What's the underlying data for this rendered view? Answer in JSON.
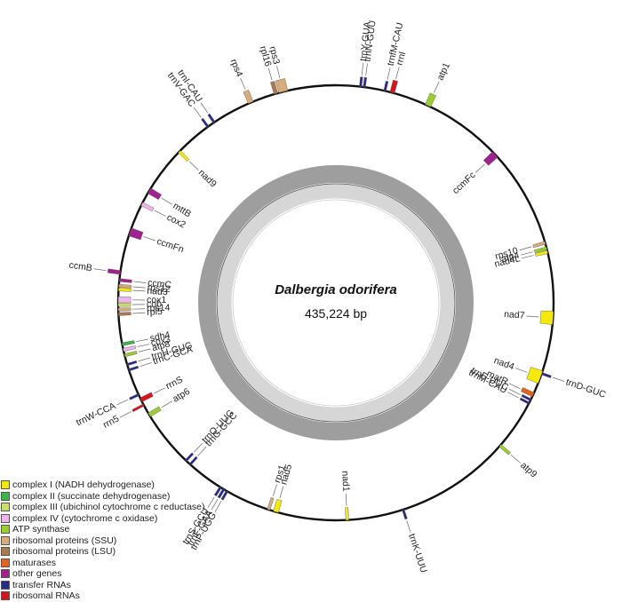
{
  "genome": {
    "name": "Dalbergia odorifera",
    "size_label": "435,224 bp"
  },
  "legend": [
    {
      "label": "complex I (NADH dehydrogenase)",
      "color": "#f5e90a"
    },
    {
      "label": "complex II (succinate dehydrogenase)",
      "color": "#3cb54a"
    },
    {
      "label": "complex III (ubichinol cytochrome c reductase)",
      "color": "#c8e06a"
    },
    {
      "label": "complex IV (cytochrome c oxidase)",
      "color": "#f0b4ee"
    },
    {
      "label": "ATP synthase",
      "color": "#9acd32"
    },
    {
      "label": "ribosomal proteins (SSU)",
      "color": "#d9aa7a"
    },
    {
      "label": "ribosomal proteins (LSU)",
      "color": "#a87a4e"
    },
    {
      "label": "maturases",
      "color": "#e2621e"
    },
    {
      "label": "other genes",
      "color": "#a0228f"
    },
    {
      "label": "transfer RNAs",
      "color": "#2a2a8a"
    },
    {
      "label": "ribosomal RNAs",
      "color": "#d7141e"
    }
  ],
  "genes": [
    {
      "name": "trnY-GUA",
      "cat": "transfer RNAs",
      "deg": 6.5,
      "span": 0.6,
      "side": "out"
    },
    {
      "name": "trnN-GUU",
      "cat": "transfer RNAs",
      "deg": 7.5,
      "span": 0.6,
      "side": "out"
    },
    {
      "name": "trnfM-CAU",
      "cat": "transfer RNAs",
      "deg": 13,
      "span": 0.6,
      "side": "out"
    },
    {
      "name": "rrnl",
      "cat": "ribosomal RNAs",
      "deg": 15,
      "span": 1.2,
      "side": "out"
    },
    {
      "name": "atp1",
      "cat": "ATP synthase",
      "deg": 25,
      "span": 1.6,
      "side": "out"
    },
    {
      "name": "ccmFc",
      "cat": "other genes",
      "deg": 47,
      "span": 2.0,
      "side": "in"
    },
    {
      "name": "rps10",
      "cat": "ribosomal proteins (SSU)",
      "deg": 74,
      "span": 0.8,
      "side": "in"
    },
    {
      "name": "atp4",
      "cat": "ATP synthase",
      "deg": 75.5,
      "span": 0.8,
      "side": "in"
    },
    {
      "name": "nad4L",
      "cat": "complex I (NADH dehydrogenase)",
      "deg": 76.5,
      "span": 0.8,
      "side": "in"
    },
    {
      "name": "nad7",
      "cat": "complex I (NADH dehydrogenase)",
      "deg": 94,
      "span": 3.5,
      "side": "in"
    },
    {
      "name": "trnD-GUC",
      "cat": "transfer RNAs",
      "deg": 109,
      "span": 0.6,
      "side": "out"
    },
    {
      "name": "nad4",
      "cat": "complex I (NADH dehydrogenase)",
      "deg": 110,
      "span": 3.5,
      "side": "in"
    },
    {
      "name": "matR",
      "cat": "maturases",
      "deg": 115,
      "span": 1.2,
      "side": "in"
    },
    {
      "name": "trnE-UUC",
      "cat": "transfer RNAs",
      "deg": 116.5,
      "span": 0.6,
      "side": "in"
    },
    {
      "name": "trnM-CAU",
      "cat": "transfer RNAs",
      "deg": 117.5,
      "span": 0.6,
      "side": "in"
    },
    {
      "name": "atp9",
      "cat": "ATP synthase",
      "deg": 131,
      "span": 0.8,
      "side": "out"
    },
    {
      "name": "trnK-UUU",
      "cat": "transfer RNAs",
      "deg": 162,
      "span": 0.6,
      "side": "out"
    },
    {
      "name": "nad1",
      "cat": "complex I (NADH dehydrogenase)",
      "deg": 177,
      "span": 0.8,
      "side": "in"
    },
    {
      "name": "nad5",
      "cat": "complex I (NADH dehydrogenase)",
      "deg": 196,
      "span": 1.4,
      "side": "in"
    },
    {
      "name": "rps1",
      "cat": "ribosomal proteins (SSU)",
      "deg": 198,
      "span": 0.8,
      "side": "in"
    },
    {
      "name": "trnP-UGG",
      "cat": "transfer RNAs",
      "deg": 210,
      "span": 0.6,
      "side": "out"
    },
    {
      "name": "trnF-GAA",
      "cat": "transfer RNAs",
      "deg": 211,
      "span": 0.6,
      "side": "out"
    },
    {
      "name": "trnS-GCU",
      "cat": "transfer RNAs",
      "deg": 212,
      "span": 0.6,
      "side": "out"
    },
    {
      "name": "trnG-GCC",
      "cat": "transfer RNAs",
      "deg": 222,
      "span": 0.6,
      "side": "in"
    },
    {
      "name": "trnQ-UUG",
      "cat": "transfer RNAs",
      "deg": 223.5,
      "span": 0.6,
      "side": "in"
    },
    {
      "name": "atp6",
      "cat": "ATP synthase",
      "deg": 239,
      "span": 1.2,
      "side": "in"
    },
    {
      "name": "rrn5",
      "cat": "ribosomal RNAs",
      "deg": 242,
      "span": 0.6,
      "side": "out"
    },
    {
      "name": "rrnS",
      "cat": "ribosomal RNAs",
      "deg": 243.5,
      "span": 1.2,
      "side": "in"
    },
    {
      "name": "trnW-CCA",
      "cat": "transfer RNAs",
      "deg": 245,
      "span": 0.6,
      "side": "out"
    },
    {
      "name": "trnC-GCA",
      "cat": "transfer RNAs",
      "deg": 252,
      "span": 0.6,
      "side": "in"
    },
    {
      "name": "trnH-GUG",
      "cat": "transfer RNAs",
      "deg": 253.5,
      "span": 0.6,
      "side": "in"
    },
    {
      "name": "atp8",
      "cat": "ATP synthase",
      "deg": 256,
      "span": 0.8,
      "side": "in"
    },
    {
      "name": "cox3",
      "cat": "complex IV (cytochrome c oxidase)",
      "deg": 257.5,
      "span": 0.8,
      "side": "in"
    },
    {
      "name": "sdh4",
      "cat": "complex II (succinate dehydrogenase)",
      "deg": 259,
      "span": 0.8,
      "side": "in"
    },
    {
      "name": "rpl5",
      "cat": "ribosomal proteins (LSU)",
      "deg": 267,
      "span": 0.8,
      "side": "in"
    },
    {
      "name": "rps14",
      "cat": "ribosomal proteins (SSU)",
      "deg": 268.2,
      "span": 0.8,
      "side": "in"
    },
    {
      "name": "cob",
      "cat": "complex III (ubichinol cytochrome c reductase)",
      "deg": 269.5,
      "span": 1.0,
      "side": "in"
    },
    {
      "name": "cox1",
      "cat": "complex IV (cytochrome c oxidase)",
      "deg": 270.8,
      "span": 1.6,
      "side": "in"
    },
    {
      "name": "nad3",
      "cat": "complex I (NADH dehydrogenase)",
      "deg": 273.5,
      "span": 0.8,
      "side": "in"
    },
    {
      "name": "rps12",
      "cat": "ribosomal proteins (SSU)",
      "deg": 274.5,
      "span": 0.8,
      "side": "in"
    },
    {
      "name": "ccmC",
      "cat": "other genes",
      "deg": 276,
      "span": 0.8,
      "side": "in"
    },
    {
      "name": "ccmB",
      "cat": "other genes",
      "deg": 278,
      "span": 1.0,
      "side": "out"
    },
    {
      "name": "ccmFn",
      "cat": "other genes",
      "deg": 289,
      "span": 2.2,
      "side": "in"
    },
    {
      "name": "cox2",
      "cat": "complex IV (cytochrome c oxidase)",
      "deg": 297,
      "span": 1.0,
      "side": "in"
    },
    {
      "name": "mttB",
      "cat": "other genes",
      "deg": 301,
      "span": 1.6,
      "side": "in"
    },
    {
      "name": "nad9",
      "cat": "complex I (NADH dehydrogenase)",
      "deg": 314,
      "span": 0.8,
      "side": "in"
    },
    {
      "name": "trnV-GAC",
      "cat": "transfer RNAs",
      "deg": 324,
      "span": 0.6,
      "side": "out"
    },
    {
      "name": "trnI-CAU",
      "cat": "transfer RNAs",
      "deg": 326,
      "span": 0.6,
      "side": "out"
    },
    {
      "name": "rps4",
      "cat": "ribosomal proteins (SSU)",
      "deg": 337,
      "span": 1.4,
      "side": "out"
    },
    {
      "name": "rpl16",
      "cat": "ribosomal proteins (LSU)",
      "deg": 344,
      "span": 1.0,
      "side": "out"
    },
    {
      "name": "rps3",
      "cat": "ribosomal proteins (SSU)",
      "deg": 346,
      "span": 2.4,
      "side": "out"
    }
  ]
}
